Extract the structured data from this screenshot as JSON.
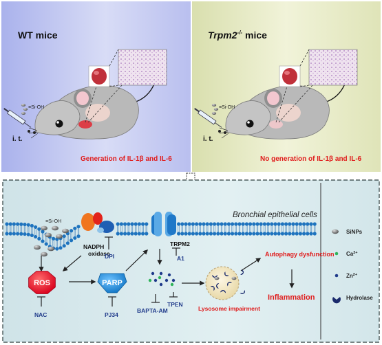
{
  "panels": {
    "wt": {
      "title": "WT mice",
      "result": "Generation of IL-1β and IL-6",
      "route": "i. t.",
      "particle": "≡Si-OH"
    },
    "ko": {
      "title_italic": "Trpm2",
      "title_sup": "-/-",
      "title_rest": " mice",
      "result": "No generation  of IL-1β and IL-6",
      "route": "i. t.",
      "particle": "≡Si-OH"
    }
  },
  "mechanism": {
    "membrane_label": "Bronchial epithelial cells",
    "particle": "≡Si-OH",
    "nadph": "NADPH\noxidase",
    "dpi": "DPI",
    "trpm2": "TRPM2",
    "a1": "A1",
    "ros": "ROS",
    "nac": "NAC",
    "parp": "PARP",
    "pj34": "PJ34",
    "bapta": "BAPTA-AM",
    "tpen": "TPEN",
    "lysosome": "Lysosome impairment",
    "autophagy": "Autophagy dysfunction",
    "inflammation": "Inflammation"
  },
  "legend": [
    {
      "label": "SiNPs",
      "icon": "sinp-icon"
    },
    {
      "label": "Ca2+",
      "base": "Ca",
      "sup": "2+",
      "icon": "calcium-dot-icon"
    },
    {
      "label": "Zn2+",
      "base": "Zn",
      "sup": "2+",
      "icon": "zinc-dot-icon"
    },
    {
      "label": "Hydrolase",
      "icon": "hydrolase-icon"
    }
  ],
  "colors": {
    "wt_bg": "#c9cdf2",
    "ko_bg": "#e8ecc4",
    "bottom_bg": "#d6e9ec",
    "red_text": "#e01b1b",
    "blue_text": "#1f3a8a",
    "ros": "#e8102a",
    "parp": "#1f8fd8"
  }
}
